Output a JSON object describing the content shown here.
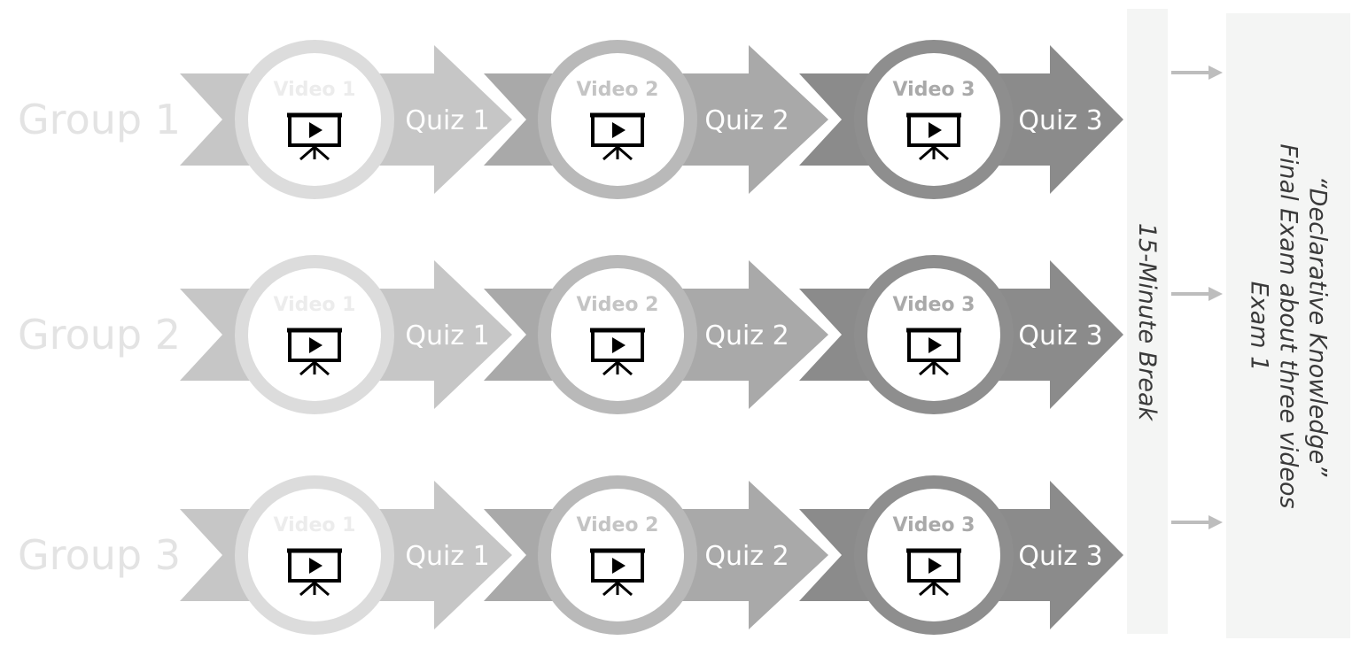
{
  "rows": [
    {
      "group": "Group 1",
      "steps": [
        {
          "video": "Video 1",
          "quiz": "Quiz 1"
        },
        {
          "video": "Video 2",
          "quiz": "Quiz 2"
        },
        {
          "video": "Video 3",
          "quiz": "Quiz 3"
        }
      ]
    },
    {
      "group": "Group 2",
      "steps": [
        {
          "video": "Video 1",
          "quiz": "Quiz 1"
        },
        {
          "video": "Video 2",
          "quiz": "Quiz 2"
        },
        {
          "video": "Video 3",
          "quiz": "Quiz 3"
        }
      ]
    },
    {
      "group": "Group 3",
      "steps": [
        {
          "video": "Video 1",
          "quiz": "Quiz 1"
        },
        {
          "video": "Video 2",
          "quiz": "Quiz 2"
        },
        {
          "video": "Video 3",
          "quiz": "Quiz 3"
        }
      ]
    }
  ],
  "break_label": "15-Minute Break",
  "exam": {
    "title": "Exam 1",
    "line2": "Final Exam about three videos",
    "line3": "“Declarative Knowledge”"
  },
  "colors": {
    "chevron_1": "#c6c6c6",
    "chevron_2": "#a9a9a9",
    "chevron_3": "#8b8b8b",
    "circle_ring_1": "#dcdcdc",
    "circle_ring_2": "#b9b9b9",
    "circle_ring_3": "#8e8e8e",
    "circle_fill": "#ffffff",
    "side_box": "#f4f5f4",
    "connector_arrow": "#bdbdbd",
    "icon": "#000000"
  },
  "icons": [
    "presentation-video-icon",
    "connector-arrow"
  ]
}
